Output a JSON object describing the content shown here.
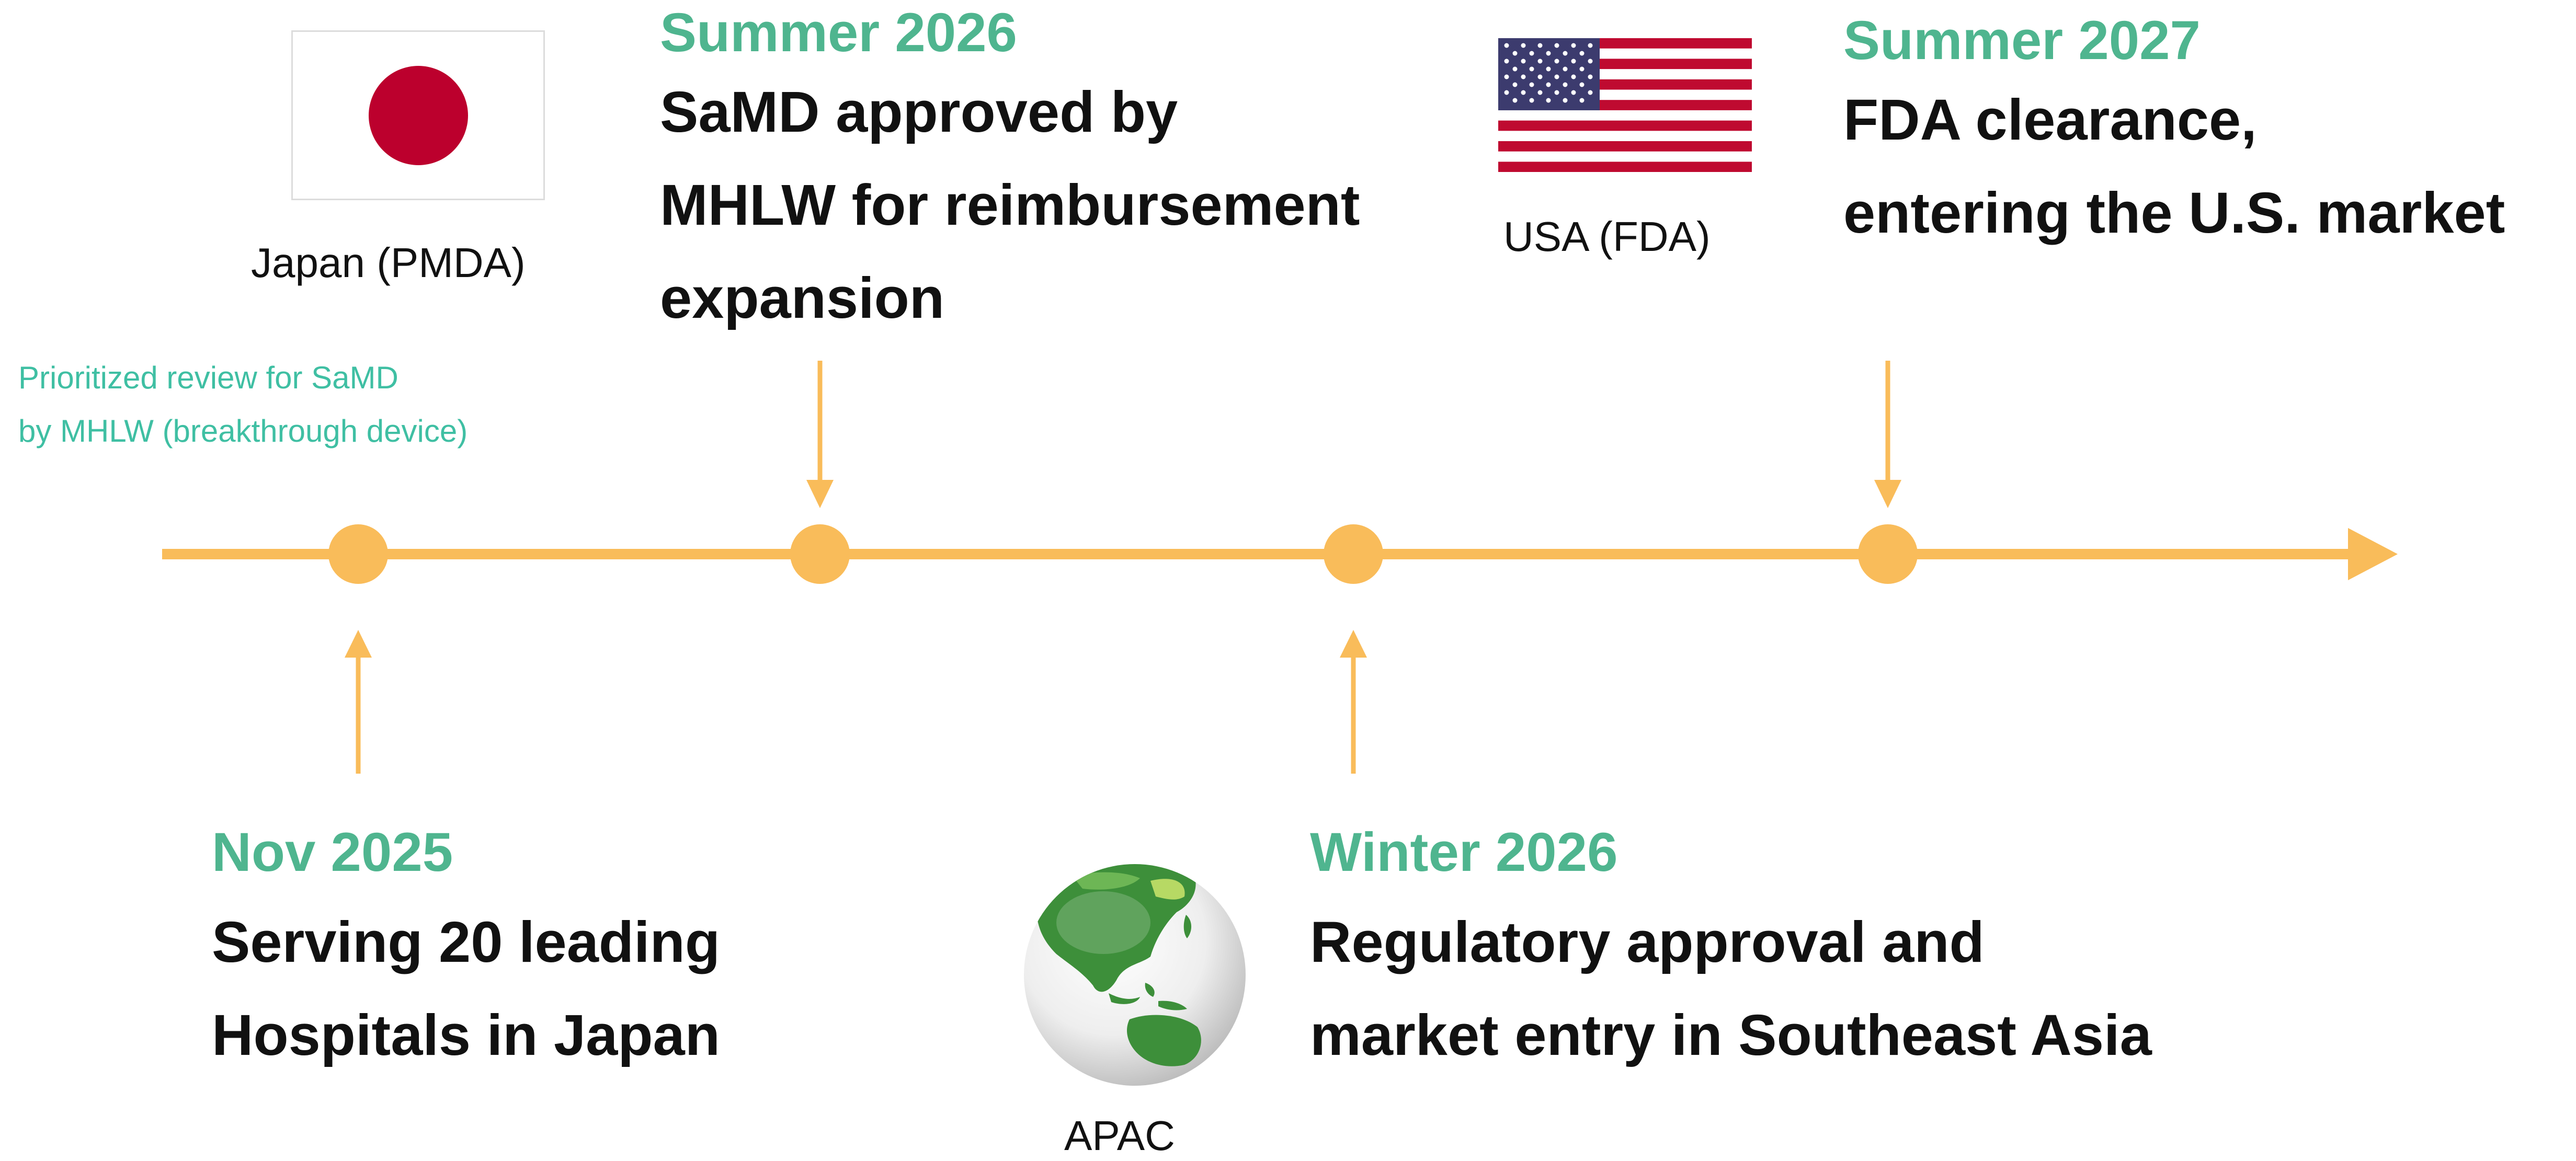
{
  "colors": {
    "accent_green": "#4fb58f",
    "note_teal": "#3fbfa3",
    "timeline_orange": "#f9bc5a",
    "text": "#111111"
  },
  "regions": {
    "japan": "Japan (PMDA)",
    "usa": "USA (FDA)",
    "apac": "APAC"
  },
  "note": [
    "Prioritized review for SaMD",
    "by MHLW (breakthrough device)"
  ],
  "milestones": [
    {
      "date": "Nov 2025",
      "lines": [
        "Serving 20 leading",
        "Hospitals in Japan"
      ]
    },
    {
      "date": "Summer 2026",
      "lines": [
        "SaMD approved by",
        "MHLW for reimbursement",
        "expansion"
      ]
    },
    {
      "date": "Winter 2026",
      "lines": [
        "Regulatory approval and",
        "market entry in Southeast Asia"
      ]
    },
    {
      "date": "Summer 2027",
      "lines": [
        "FDA clearance,",
        "entering the U.S. market"
      ]
    }
  ],
  "icons": {
    "japan_flag": "japan-flag-icon",
    "usa_flag": "usa-flag-icon",
    "globe": "apac-globe-icon"
  }
}
